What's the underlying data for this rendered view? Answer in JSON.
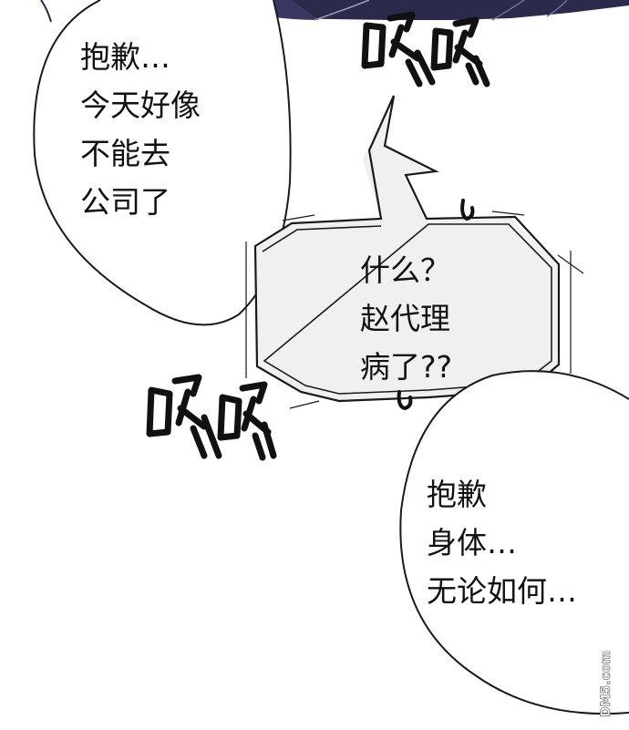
{
  "panel": {
    "speech_bubble_1": {
      "lines": [
        "抱歉…",
        "今天好像",
        "不能去",
        "公司了"
      ]
    },
    "speech_bubble_2_phone": {
      "lines": [
        "什么？",
        "赵代理",
        "病了??"
      ]
    },
    "speech_bubble_3": {
      "lines": [
        "抱歉",
        "身体…",
        "无论如何…"
      ]
    },
    "sound_effect_cough": "咳咳",
    "watermark": "DM5.com"
  },
  "colors": {
    "background": "#ffffff",
    "ink": "#111111",
    "top_dark_art": "#2b2a4a",
    "phone_bubble_fill": "#f0f0f0"
  }
}
